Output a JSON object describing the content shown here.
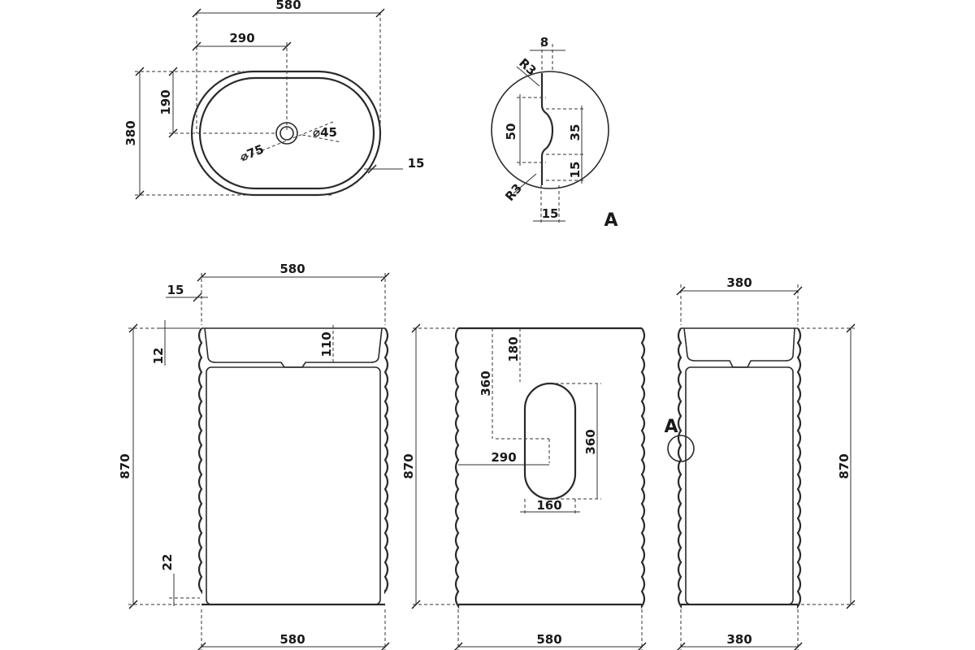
{
  "top_view": {
    "width": "580",
    "center_offset": "290",
    "height": "380",
    "drain_offset": "190",
    "outer_diameter": "⌀75",
    "inner_diameter": "⌀45",
    "rim": "15"
  },
  "detail_a": {
    "label": "A",
    "top": "8",
    "radius_top": "R3",
    "radius_bottom": "R3",
    "groove_height": "50",
    "groove_inner": "35",
    "groove_lower": "15",
    "width": "15"
  },
  "front_view": {
    "top_width": "580",
    "wall": "15",
    "bowl_depth": "110",
    "bowl_bottom": "12",
    "height": "870",
    "base": "22",
    "bottom_width": "580"
  },
  "back_view": {
    "height": "870",
    "hole_top": "180",
    "hole_top_total": "360",
    "hole_height": "360",
    "center": "290",
    "hole_width": "160",
    "bottom_width": "580"
  },
  "side_view": {
    "top_width": "380",
    "detail_label": "A",
    "height": "870",
    "bottom_width": "380"
  }
}
